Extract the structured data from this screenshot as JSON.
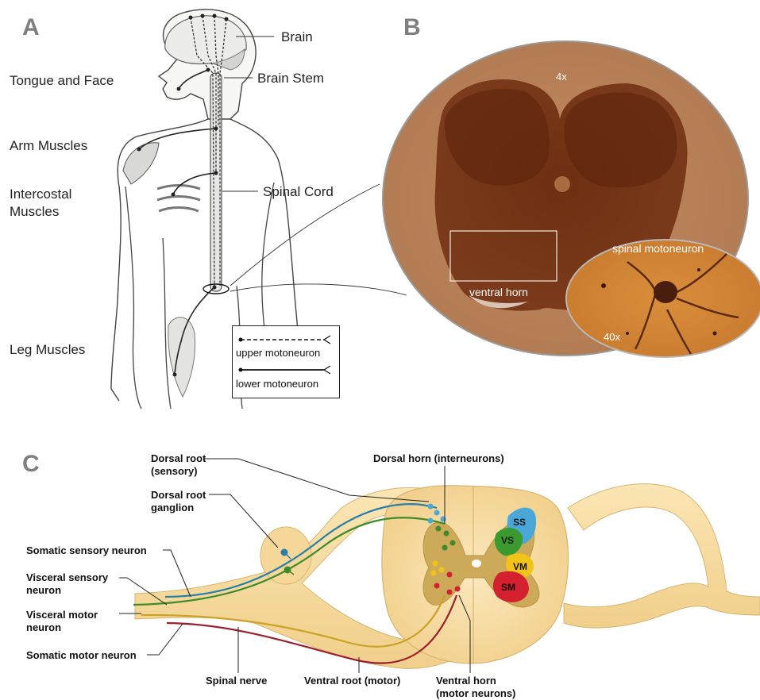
{
  "panels": {
    "a": "A",
    "b": "B",
    "c": "C"
  },
  "panel_a": {
    "labels": {
      "brain": "Brain",
      "brain_stem": "Brain Stem",
      "tongue_face": "Tongue and Face",
      "arm": "Arm Muscles",
      "intercostal": "Intercostal\nMuscles",
      "spinal_cord": "Spinal Cord",
      "leg": "Leg Muscles"
    },
    "legend": {
      "upper": "upper motoneuron",
      "lower": "lower motoneuron"
    }
  },
  "panel_b": {
    "mag_low": "4x",
    "mag_high": "40x",
    "ventral_horn": "ventral horn",
    "spinal_motoneuron": "spinal motoneuron"
  },
  "panel_c": {
    "labels": {
      "dorsal_root": "Dorsal root\n(sensory)",
      "dorsal_root_ganglion": "Dorsal root\nganglion",
      "dorsal_horn": "Dorsal horn (interneurons)",
      "somatic_sensory": "Somatic sensory neuron",
      "visceral_sensory": "Visceral sensory\nneuron",
      "visceral_motor": "Visceral motor\nneuron",
      "somatic_motor": "Somatic motor neuron",
      "spinal_nerve": "Spinal nerve",
      "ventral_root": "Ventral root (motor)",
      "ventral_horn": "Ventral horn\n(motor neurons)"
    },
    "regions": {
      "ss": "SS",
      "vs": "VS",
      "vm": "VM",
      "sm": "SM"
    },
    "colors": {
      "somatic_sensory": "#2a7fa8",
      "visceral_sensory": "#3f8a2b",
      "visceral_motor": "#c9a227",
      "somatic_motor": "#9c1f2e",
      "ss": "#4aa8d8",
      "vs": "#3a9a2f",
      "vm": "#f2c417",
      "sm": "#d4202f"
    }
  }
}
